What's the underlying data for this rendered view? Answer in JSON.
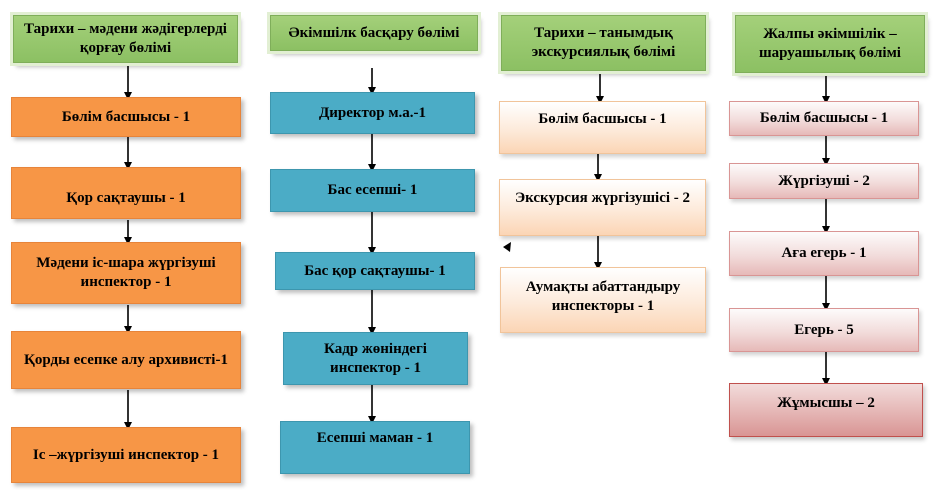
{
  "columns": [
    {
      "header": "Тарихи – мәдени жәдігерлерді қорғау бөлімі",
      "boxes": [
        "Бөлім басшысы - 1",
        "Қор сақтаушы - 1",
        "Мәдени іс-шара жүргізуші инспектор - 1",
        "Қорды есепке алу архивисті-1",
        "Іс –жүргізуші инспектор - 1"
      ]
    },
    {
      "header": "Әкімшілк басқару бөлімі",
      "boxes": [
        "Директор м.а.-1",
        "Бас есепші- 1",
        "Бас қор сақтаушы- 1",
        "Кадр жөніндегі инспектор - 1",
        "Есепші маман - 1"
      ]
    },
    {
      "header": "Тарихи – танымдық экскурсиялық бөлімі",
      "boxes": [
        "Бөлім басшысы - 1",
        "Экскурсия жүргізушісі - 2",
        "Аумақты абаттандыру инспекторы - 1"
      ]
    },
    {
      "header": "Жалпы әкімшілік – шаруашылық бөлімі",
      "boxes": [
        "Бөлім басшысы - 1",
        "Жүргізуші - 2",
        "Аға егерь - 1",
        "Егерь - 5",
        "Жұмысшы – 2"
      ]
    }
  ],
  "colors": {
    "header_green": "#9bc86f",
    "orange": "#f79646",
    "blue": "#4bacc6",
    "peach": "#fbd5b5",
    "pink": "#e6b9b8"
  }
}
